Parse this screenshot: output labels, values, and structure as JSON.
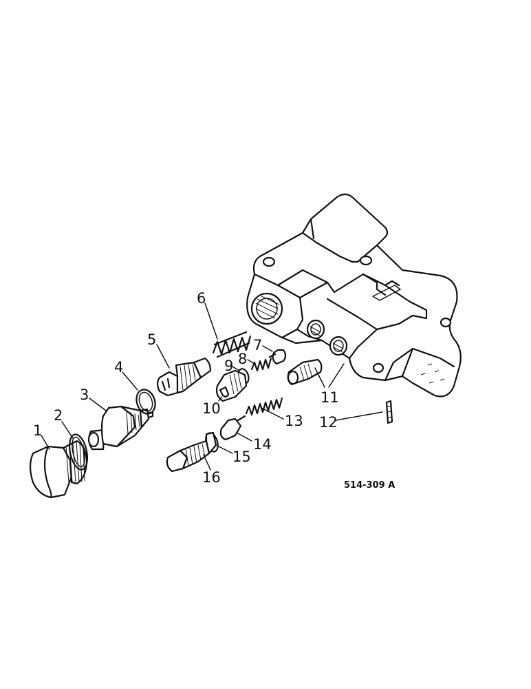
{
  "diagram": {
    "reference_code": "514-309 A",
    "callouts": [
      "1",
      "2",
      "3",
      "4",
      "5",
      "6",
      "7",
      "8",
      "9",
      "10",
      "11",
      "12",
      "13",
      "14",
      "15",
      "16"
    ]
  }
}
